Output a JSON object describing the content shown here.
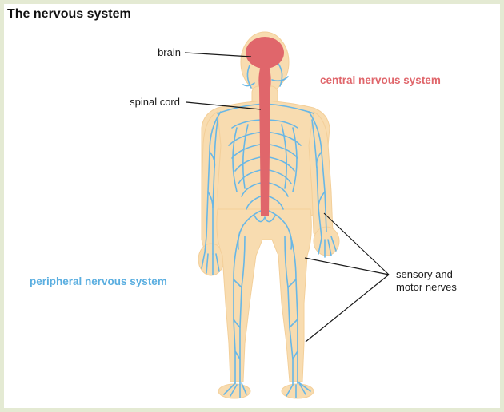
{
  "title": "The nervous system",
  "labels": {
    "brain": "brain",
    "spinal_cord": "spinal cord",
    "central": "central nervous system",
    "peripheral": "peripheral nervous system",
    "nerves_line1": "sensory and",
    "nerves_line2": "motor nerves"
  },
  "colors": {
    "background": "#e4ead3",
    "skin": "#f8dcb0",
    "nerves": "#68b7e6",
    "central_nervous_system": "#e0666b",
    "peripheral_label": "#5aaee0"
  }
}
